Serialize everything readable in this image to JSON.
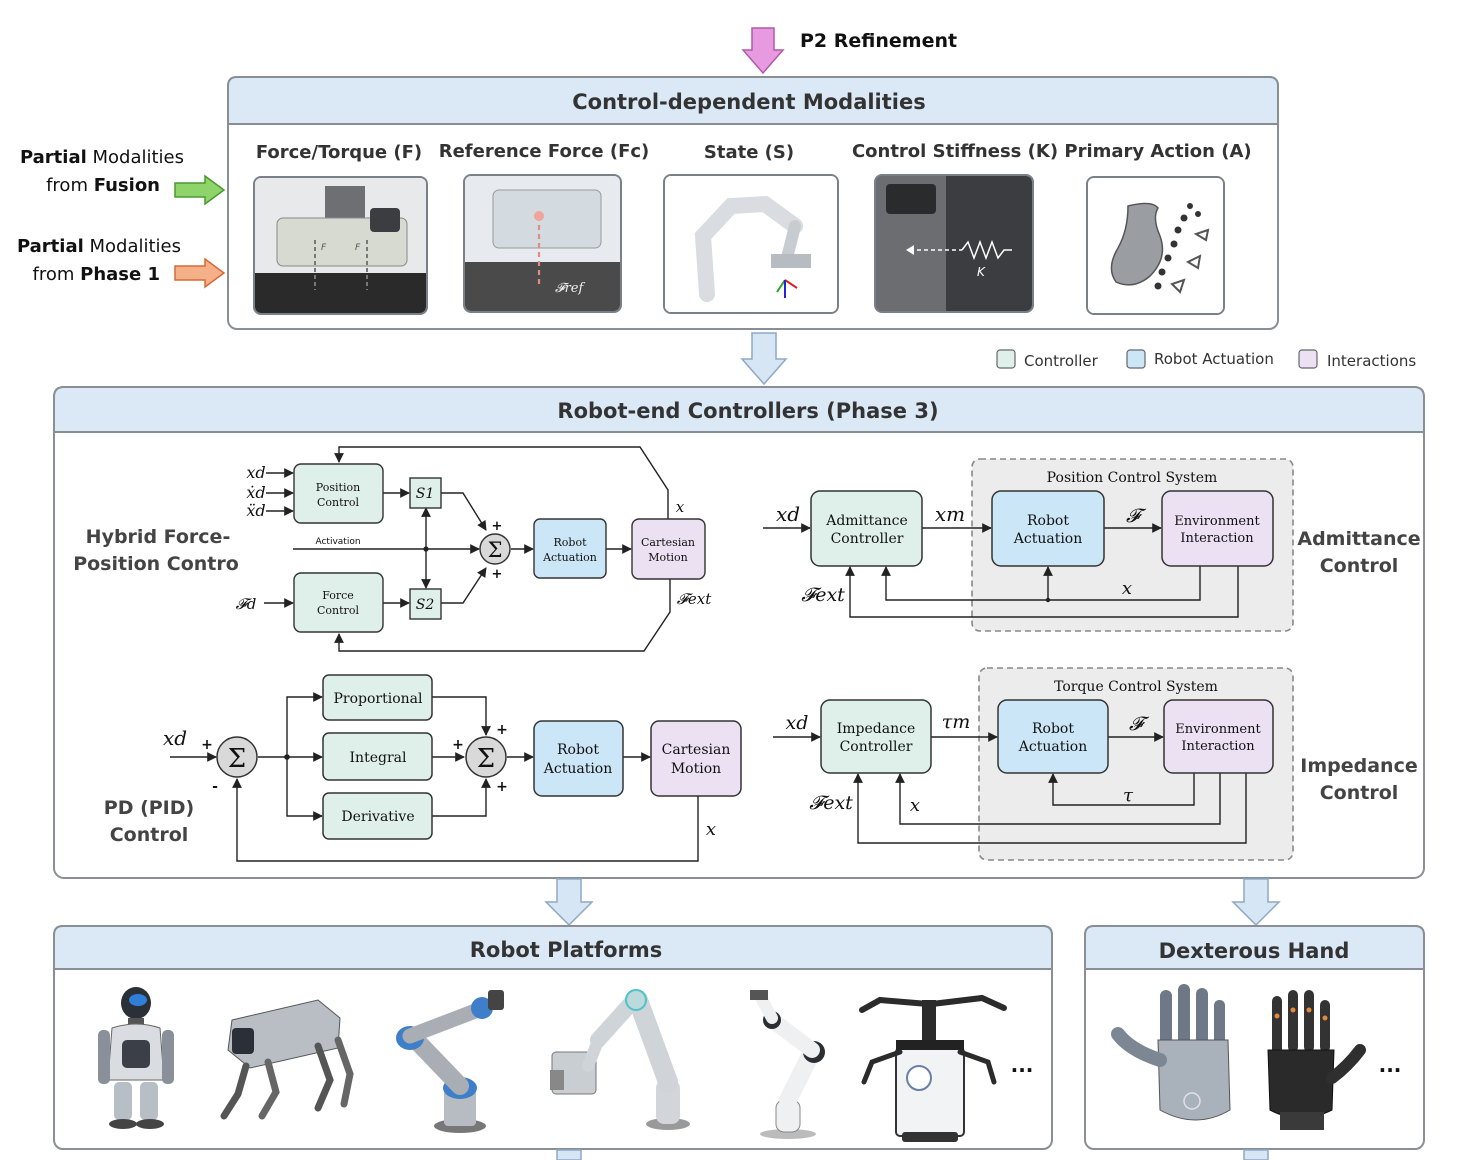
{
  "refinement": {
    "label": "P2 Refinement"
  },
  "modalities": {
    "title": "Control-dependent Modalities",
    "items": [
      {
        "label": "Force/Torque (F)"
      },
      {
        "label": "Reference Force (Fc)"
      },
      {
        "label": "State (S)"
      },
      {
        "label": "Control Stiffness (K)"
      },
      {
        "label": "Primary Action (A)"
      }
    ],
    "inputs": [
      {
        "bold1": "Partial",
        "rest1": " Modalities",
        "line2": "from ",
        "bold2": "Fusion",
        "color": "#6cc24a"
      },
      {
        "bold1": "Partial",
        "rest1": " Modalities",
        "line2": "from ",
        "bold2": "Phase 1",
        "color": "#ef9a6b"
      }
    ],
    "image_text": {
      "fref": "𝓕ref",
      "k": "K",
      "f": "F"
    }
  },
  "legend": [
    {
      "label": "Controller",
      "color": "#dff0ea"
    },
    {
      "label": "Robot Actuation",
      "color": "#cbe6f6"
    },
    {
      "label": "Interactions",
      "color": "#ece1f2"
    }
  ],
  "controllers": {
    "title": "Robot-end Controllers (Phase 3)",
    "hybrid": {
      "name_line1": "Hybrid Force-",
      "name_line2": "Position Contro",
      "inputs": {
        "xd": "xd",
        "xd_dot": "ẋd",
        "xd_ddot": "ẍd",
        "fd": "𝓕d"
      },
      "position_control": [
        "Position",
        "Control"
      ],
      "force_control": [
        "Force",
        "Control"
      ],
      "s1": "S1",
      "s2": "S2",
      "activation": "Activation",
      "sum": "Σ",
      "plus": "+",
      "robot_actuation": [
        "Robot",
        "Actuation"
      ],
      "cartesian_motion": [
        "Cartesian",
        "Motion"
      ],
      "x": "x",
      "fext": "𝓕ext"
    },
    "admittance": {
      "name_line1": "Admittance",
      "name_line2": "Control",
      "system_label": "Position Control System",
      "controller": [
        "Admittance",
        "Controller"
      ],
      "robot_actuation": [
        "Robot",
        "Actuation"
      ],
      "environment": [
        "Environment",
        "Interaction"
      ],
      "xd": "xd",
      "xm": "xm",
      "f": "𝓕",
      "x": "x",
      "fext": "𝓕ext"
    },
    "pid": {
      "name_line1": "PD (PID)",
      "name_line2": "Control",
      "xd": "xd",
      "plus": "+",
      "minus": "-",
      "sum": "Σ",
      "proportional": "Proportional",
      "integral": "Integral",
      "derivative": "Derivative",
      "robot_actuation": [
        "Robot",
        "Actuation"
      ],
      "cartesian_motion": [
        "Cartesian",
        "Motion"
      ],
      "x": "x"
    },
    "impedance": {
      "name_line1": "Impedance",
      "name_line2": "Control",
      "system_label": "Torque Control System",
      "controller": [
        "Impedance",
        "Controller"
      ],
      "robot_actuation": [
        "Robot",
        "Actuation"
      ],
      "environment": [
        "Environment",
        "Interaction"
      ],
      "xd": "xd",
      "tau_m": "τm",
      "f": "𝓕",
      "tau": "τ",
      "x": "x",
      "fext": "𝓕ext"
    }
  },
  "platforms": {
    "title": "Robot Platforms",
    "more": "..."
  },
  "hand": {
    "title": "Dexterous Hand",
    "more": "..."
  },
  "colors": {
    "panel_header": "#dbe9f6",
    "panel_border": "#8a8f96",
    "controller": "#dff0ea",
    "actuation": "#cbe6f6",
    "interaction": "#ece1f2",
    "arrow_fill": "#d6e6f5",
    "arrow_stroke": "#8fa8c2",
    "refinement_arrow": "#e89ae0",
    "system_bg": "#ececec"
  }
}
